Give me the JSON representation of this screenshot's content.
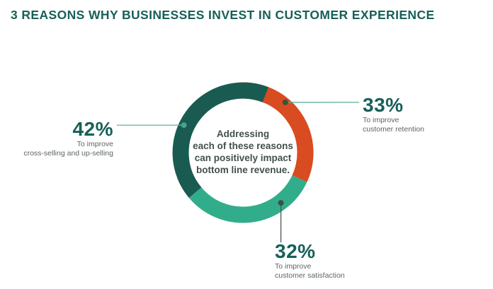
{
  "title": "3 REASONS WHY BUSINESSES INVEST IN CUSTOMER EXPERIENCE",
  "center": {
    "lines": [
      "Addressing",
      "each of these reasons",
      "can positively impact",
      "bottom line revenue."
    ]
  },
  "callouts": {
    "cross_selling": {
      "value": "42%",
      "line1": "To improve",
      "line2": "cross-selling and up-selling"
    },
    "retention": {
      "value": "33%",
      "line1": "To improve",
      "line2": "customer retention"
    },
    "satisfaction": {
      "value": "32%",
      "line1": "To improve",
      "line2": "customer satisfaction"
    }
  },
  "accents": {
    "title_teal": "#176058",
    "percent_teal": "#176058",
    "sub_label_gray": "#5b6663",
    "center_text_color": "#43504e",
    "leader_line": "#63ad9c",
    "leader_line_dark": "#4a5450",
    "dot_retention": "#3a5531",
    "dot_satisfaction": "#3a4f48",
    "dot_cross_selling": "#4aa18c"
  },
  "chart_data": {
    "type": "pie",
    "subtype": "donut",
    "title": "3 REASONS WHY BUSINESSES INVEST IN CUSTOMER EXPERIENCE",
    "center_text": "Addressing each of these reasons can positively impact bottom line revenue.",
    "order": "clockwise-from-top",
    "rotation_deg": -4,
    "slices": [
      {
        "label": "To improve customer retention",
        "value": 33,
        "color": "#d94b20"
      },
      {
        "label": "To improve customer satisfaction",
        "value": 32,
        "color": "#32ad8b"
      },
      {
        "label": "To improve cross-selling and up-selling",
        "value": 42,
        "color": "#1a5b51"
      }
    ],
    "legend_position": "callouts",
    "grid": false
  }
}
